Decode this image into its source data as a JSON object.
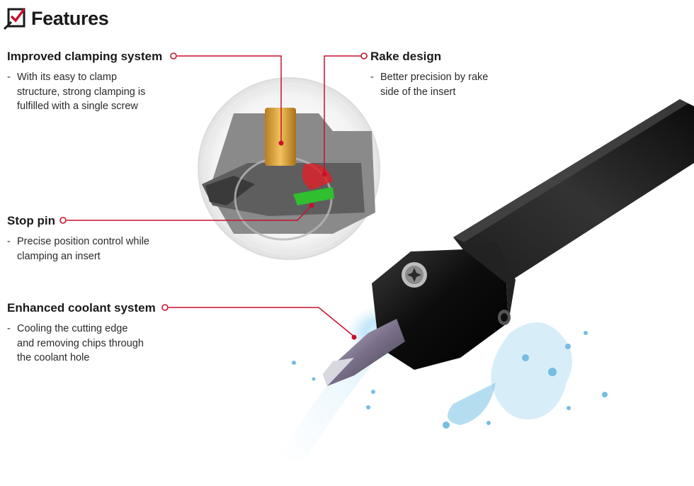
{
  "header": {
    "title": "Features",
    "icon": "checklist-icon",
    "accent_color": "#c8102e"
  },
  "features": [
    {
      "id": "clamping",
      "title": "Improved clamping system",
      "text": "With its easy to clamp\nstructure, strong clamping is\nfulfilled with a single screw"
    },
    {
      "id": "rake",
      "title": "Rake design",
      "text": "Better precision by rake\nside of the insert"
    },
    {
      "id": "stop-pin",
      "title": "Stop pin",
      "text": "Precise position control while\nclamping an insert"
    },
    {
      "id": "coolant",
      "title": "Enhanced coolant system",
      "text": "Cooling the cutting edge\nand removing chips through\nthe coolant hole"
    }
  ],
  "colors": {
    "leader_line": "#c8102e",
    "tool_body": "#111111",
    "clamp_screw": "#d9a441",
    "rake_highlight": "#d8232a",
    "stop_pin": "#2fbf2f",
    "coolant": "#8fd0f0"
  }
}
